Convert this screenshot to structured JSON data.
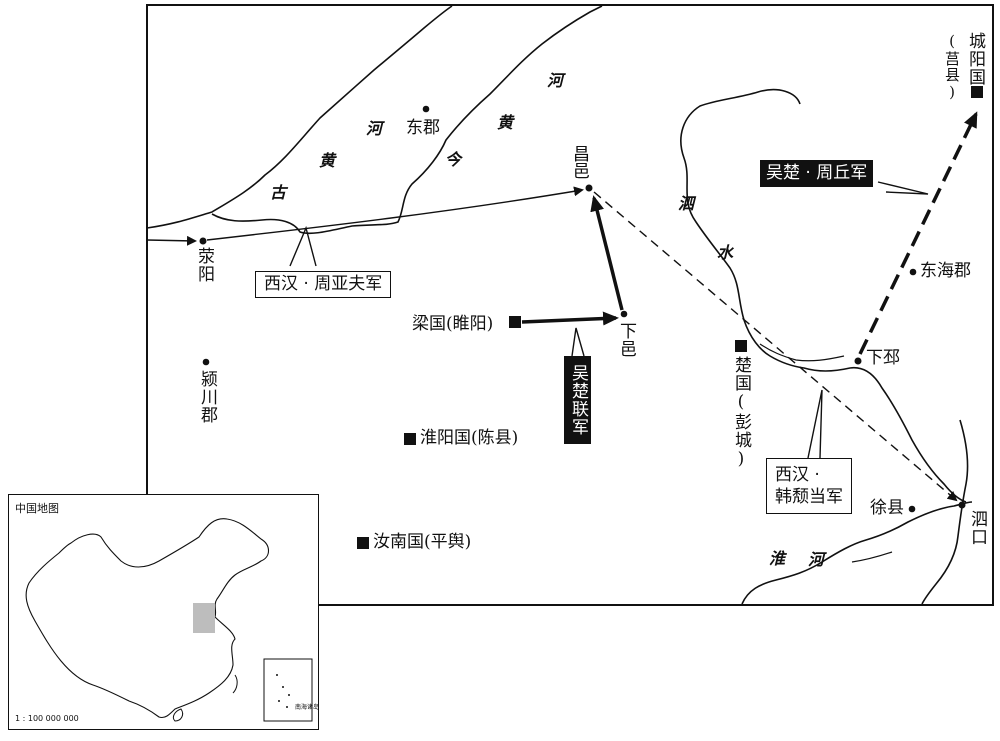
{
  "cities": {
    "dongjun": "东郡",
    "changyi": "昌邑",
    "xingyang": "荥阳",
    "yingchuan": "颍川郡",
    "liangguo": "梁国(睢阳)",
    "xiayi": "下邑",
    "huaiyang": "淮阳国(陈县)",
    "runan": "汝南国(平舆)",
    "chuguo": "楚国(彭城)",
    "xiapi": "下邳",
    "donghai": "东海郡",
    "xuxian": "徐县",
    "sikou": "泗口",
    "chengyang": "城阳国",
    "juxian": "(莒县)"
  },
  "rivers": {
    "he": "河",
    "huang": "黄",
    "gu": "古",
    "jin": "今",
    "si": "泗",
    "shui": "水",
    "huai": "淮"
  },
  "armies": {
    "zhou_yafu": "西汉 · 周亚夫军",
    "wu_chu": "吴楚联军",
    "zhou_qiu": "吴楚 · 周丘军",
    "han_tuidang_line1": "西汉 ·",
    "han_tuidang_line2": "韩颓当军"
  },
  "inset": {
    "title": "中国地图",
    "scale": "1 : 100 000 000",
    "south_sea_label": "南海诸岛"
  }
}
